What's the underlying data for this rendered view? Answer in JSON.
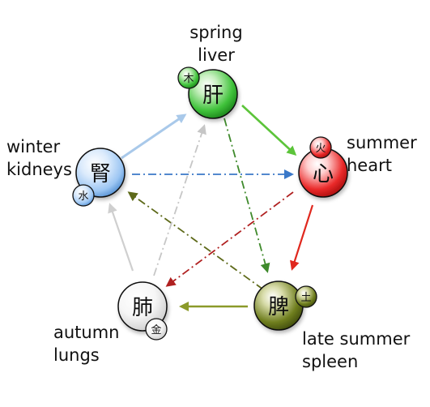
{
  "labels": {
    "liver": {
      "season": "spring",
      "organ": "liver"
    },
    "heart": {
      "season": "summer",
      "organ": "heart"
    },
    "spleen": {
      "season": "late summer",
      "organ": "spleen"
    },
    "lungs": {
      "season": "autumn",
      "organ": "lungs"
    },
    "kidneys": {
      "season": "winter",
      "organ": "kidneys"
    }
  },
  "nodes": {
    "liver": {
      "organ_char": "肝",
      "element_char": "木",
      "color": "#3fc23a"
    },
    "heart": {
      "organ_char": "心",
      "element_char": "火",
      "color": "#e82323"
    },
    "spleen": {
      "organ_char": "脾",
      "element_char": "土",
      "color": "#6b7a1c"
    },
    "lungs": {
      "organ_char": "肺",
      "element_char": "金",
      "color": "#e9e9e9"
    },
    "kidneys": {
      "organ_char": "腎",
      "element_char": "水",
      "color": "#a8cdf5"
    }
  },
  "arrow_colors": {
    "generating_liver_heart": "#5cc43a",
    "generating_heart_spleen": "#e0281e",
    "generating_spleen_lungs": "#8b9a2a",
    "generating_lungs_kidneys": "#cfcfcf",
    "generating_kidneys_liver": "#a9c9ea",
    "controlling_liver_spleen": "#3f8a2c",
    "controlling_heart_lungs": "#b02020",
    "controlling_spleen_kidneys": "#5e6a1a",
    "controlling_lungs_liver": "#c6c6c6",
    "controlling_kidneys_heart": "#3a78c8"
  }
}
